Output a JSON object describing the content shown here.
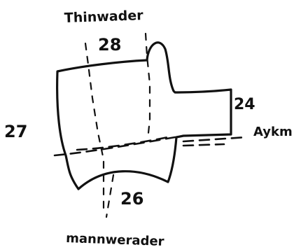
{
  "labels": {
    "top_word": "Thinwader",
    "top_number": "28",
    "left_number": "27",
    "right_number": "24",
    "right_word": "Aykm",
    "bottom_number": "26",
    "bottom_word": "mannwerader"
  },
  "colors": {
    "ink": "#111111",
    "paper": "#ffffff"
  }
}
